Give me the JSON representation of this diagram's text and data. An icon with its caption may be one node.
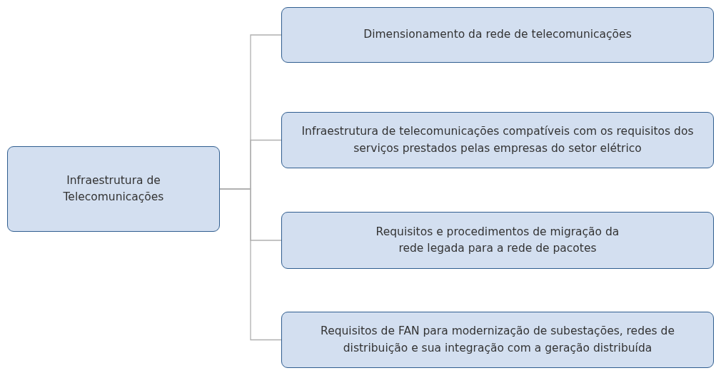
{
  "diagram": {
    "nodes": [
      {
        "text": [
          "Infraestrutura de Telecomunicações"
        ]
      },
      {
        "text": [
          "Dimensionamento da rede de telecomunicações"
        ]
      },
      {
        "text": [
          "Infraestrutura de telecomunicações compatíveis com os requisitos dos serviços prestados pelas empresas do setor elétrico"
        ]
      },
      {
        "text": [
          "Requisitos e procedimentos de migração da rede legada para a rede de pacotes"
        ]
      },
      {
        "text": [
          "Requisitos de FAN para modernização de subestações, redes de distribuição e sua integração com a geração distribuída"
        ]
      }
    ],
    "edges": [
      {
        "from": 0,
        "to": 1,
        "arrow": "none"
      },
      {
        "from": 0,
        "to": 2,
        "arrow": "none"
      },
      {
        "from": 0,
        "to": 3,
        "arrow": "none"
      },
      {
        "from": 0,
        "to": 4,
        "arrow": "none"
      }
    ]
  }
}
